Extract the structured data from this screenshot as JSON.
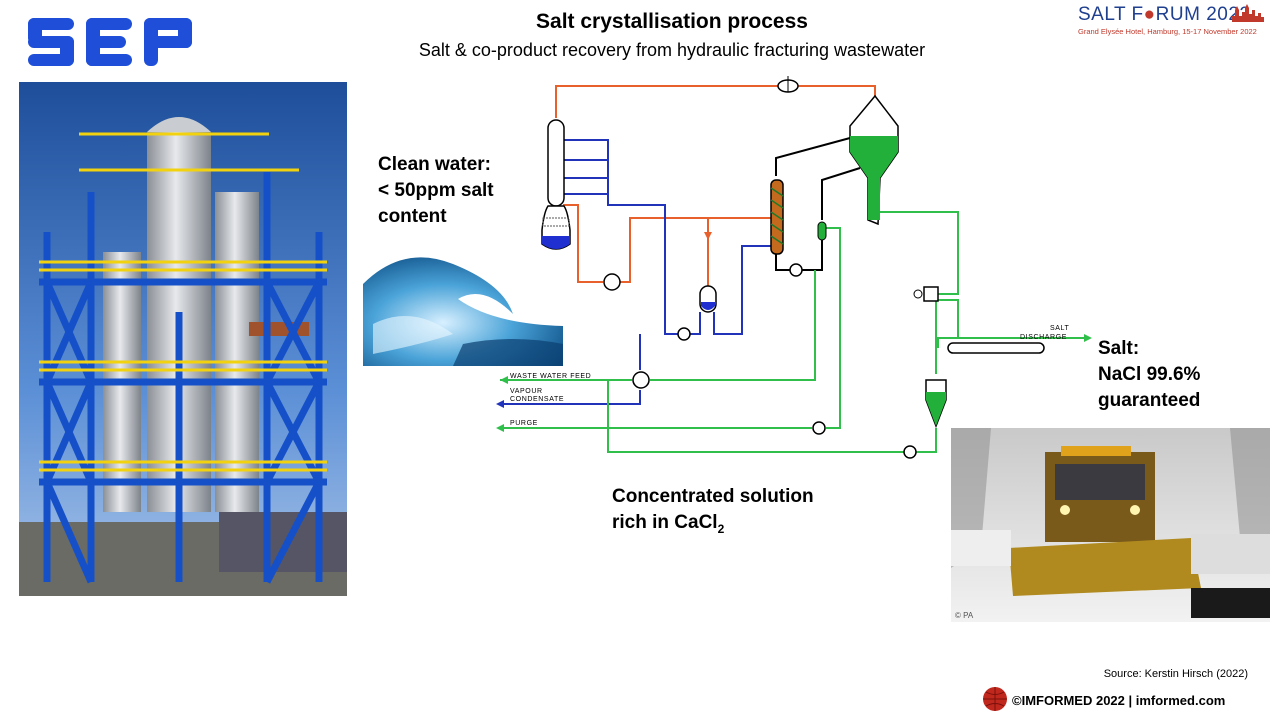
{
  "header": {
    "title": "Salt crystallisation process",
    "subtitle": "Salt & co-product recovery from hydraulic fracturing wastewater"
  },
  "logo": {
    "name": "sep-logo",
    "text": "SEP",
    "color": "#1f4fd8"
  },
  "event": {
    "name_prefix": "SALT F",
    "name_suffix": "RUM 2022",
    "details": "Grand Elysée Hotel, Hamburg, 15-17 November 2022"
  },
  "callouts": {
    "clean_water": [
      "Clean water:",
      "< 50ppm salt",
      "content"
    ],
    "salt": [
      "Salt:",
      "NaCl 99.6%",
      "guaranteed"
    ],
    "concentrated_line1": "Concentrated solution",
    "concentrated_line2_prefix": "rich in CaCl",
    "concentrated_subscript": "2"
  },
  "diagram_labels": {
    "waste_water_feed": "WASTE WATER FEED",
    "vapour": "VAPOUR",
    "condensate": "CONDENSATE",
    "purge": "PURGE",
    "salt": "SALT",
    "discharge": "DISCHARGE"
  },
  "colors": {
    "orange_line": "#e8602c",
    "blue_line": "#2133b8",
    "green_line": "#2fbf4a",
    "black_line": "#000000",
    "liquid_green": "#22b03a"
  },
  "images": {
    "plant_photo": "industrial crystallisation plant",
    "wave_photo": "water wave",
    "snow_photo": "snow plough on road"
  },
  "photo_credit": "© PA",
  "source": "Source: Kerstin Hirsch (2022)",
  "footer": "©IMFORMED 2022  |  imformed.com"
}
